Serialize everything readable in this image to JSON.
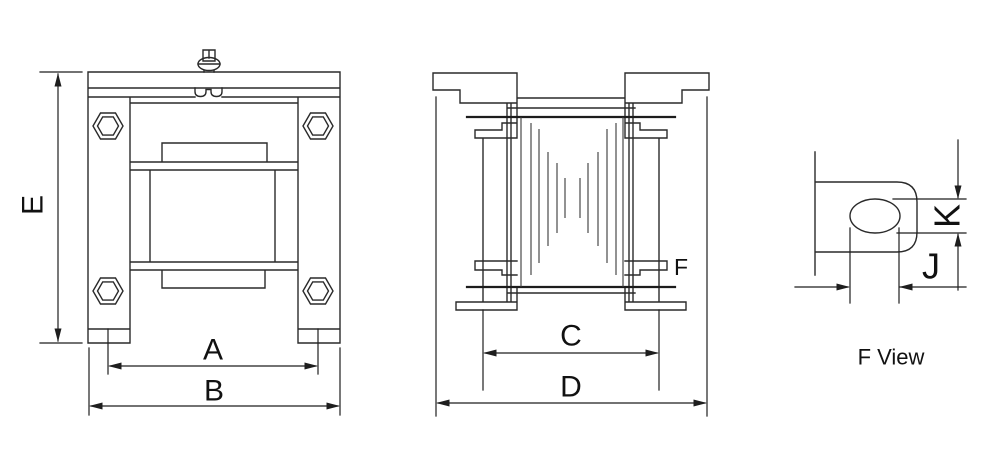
{
  "labels": {
    "dim_a": "A",
    "dim_b": "B",
    "dim_c": "C",
    "dim_d": "D",
    "dim_e": "E",
    "detail_ref": "F",
    "dim_j": "J",
    "dim_k": "K"
  },
  "captions": {
    "detail_view": "F View"
  },
  "colors": {
    "background": "#ffffff",
    "line": "#2a2a2a",
    "text": "#111111"
  }
}
